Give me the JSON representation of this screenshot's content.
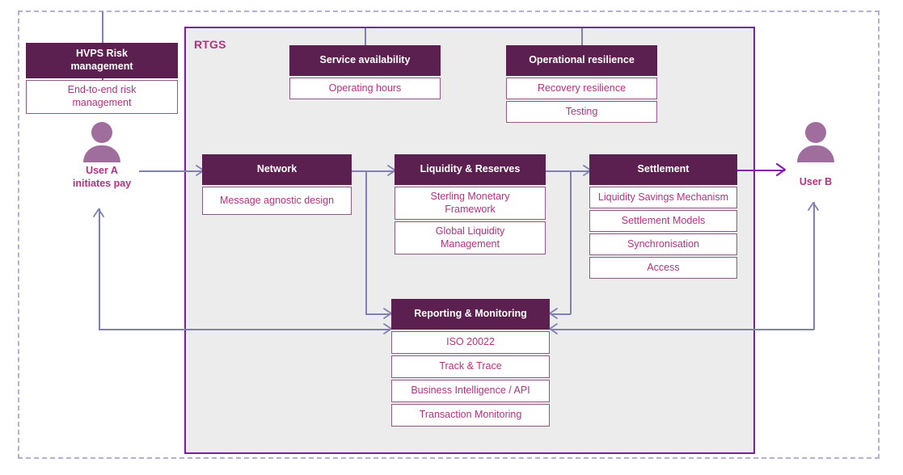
{
  "diagram": {
    "title_label": "RTGS",
    "container_name": "RTGS"
  },
  "colors": {
    "header_fill": "#5c2050",
    "item_text": "#b5317f",
    "item_border": "#8d5a84",
    "container_bg": "#ececec",
    "container_border": "#7b1fa2",
    "outer_dash": "#b3b0d4",
    "connector": "#8080b5",
    "connector_purple": "#8020b0",
    "person_fill": "#a06e9c"
  },
  "actors": [
    {
      "id": "user-a",
      "label": "User A\ninitiates pay",
      "line1": "User A",
      "line2": "initiates pay"
    },
    {
      "id": "user-b",
      "label": "User B",
      "line1": "User B",
      "line2": ""
    }
  ],
  "blocks": [
    {
      "id": "hvps-risk-management",
      "header": "HVPS Risk management",
      "header_line1": "HVPS Risk",
      "header_line2": "management",
      "items": [
        "End-to-end risk management"
      ],
      "items_lines": [
        [
          "End-to-end risk",
          "management"
        ]
      ]
    },
    {
      "id": "service-availability",
      "header": "Service availability",
      "items": [
        "Operating hours"
      ]
    },
    {
      "id": "operational-resilience",
      "header": "Operational resilience",
      "items": [
        "Recovery resilience",
        "Testing"
      ]
    },
    {
      "id": "network",
      "header": "Network",
      "items": [
        "Message agnostic design"
      ]
    },
    {
      "id": "liquidity-and-reserves",
      "header": "Liquidity & Reserves",
      "items": [
        "Sterling Monetary Framework",
        "Global Liquidity Management"
      ],
      "items_lines": [
        [
          "Sterling Monetary",
          "Framework"
        ],
        [
          "Global Liquidity",
          "Management"
        ]
      ]
    },
    {
      "id": "settlement",
      "header": "Settlement",
      "items": [
        "Liquidity Savings Mechanism",
        "Settlement Models",
        "Synchronisation",
        "Access"
      ]
    },
    {
      "id": "reporting-and-monitoring",
      "header": "Reporting & Monitoring",
      "items": [
        "ISO 20022",
        "Track & Trace",
        "Business Intelligence / API",
        "Transaction Monitoring"
      ]
    }
  ]
}
